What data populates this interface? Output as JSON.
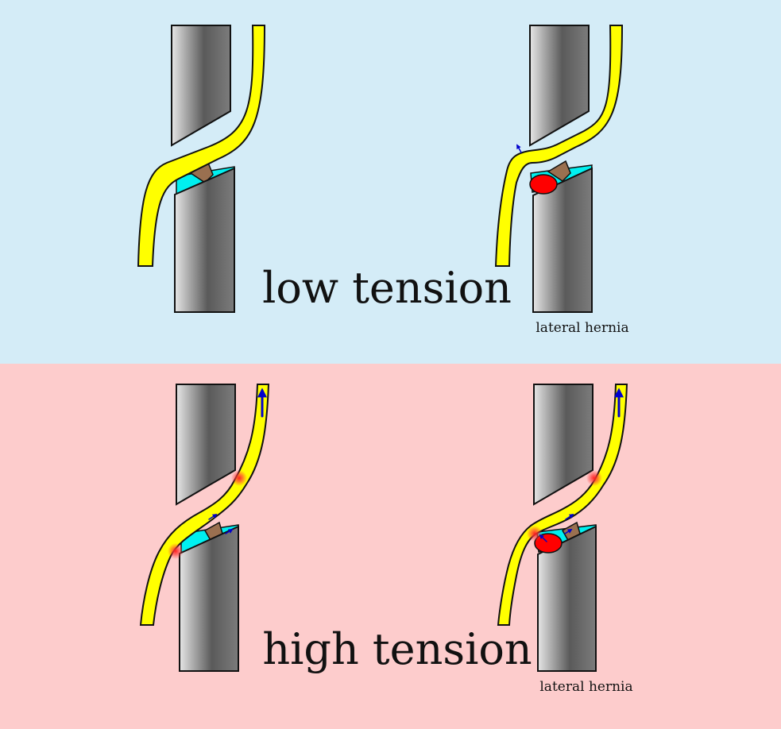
{
  "panels": {
    "top": {
      "label": "low tension",
      "sublabel": "lateral hernia",
      "background": "#d4ecf7"
    },
    "bottom": {
      "label": "high tension",
      "sublabel": "lateral hernia",
      "background": "#fdcccc"
    }
  },
  "colors": {
    "nerve": "#ffff00",
    "disc": "#00f0f0",
    "ligament": "#9a7050",
    "hernia": "#ff0000",
    "arrow": "#0000cc",
    "stress_glow": "#ff2a2a"
  }
}
